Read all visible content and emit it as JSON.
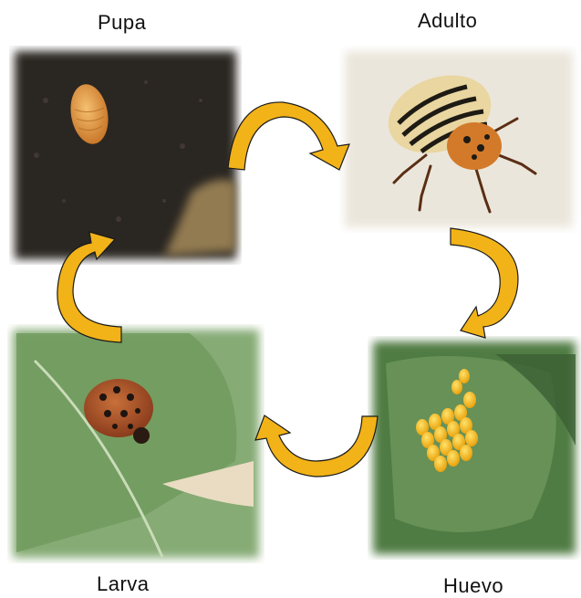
{
  "labels": {
    "pupa": "Pupa",
    "adulto": "Adulto",
    "larva": "Larva",
    "huevo": "Huevo"
  },
  "colors": {
    "arrow_fill": "#f2b318",
    "arrow_stroke": "#1a1a1a",
    "soil": "#2a2520",
    "pupa": "#e8a040",
    "leaf": "#6e9a5a",
    "larva_body": "#b0552b",
    "egg": "#f6c21c",
    "beetle_stripe": "#1e1a14",
    "beetle_shell": "#e9d6a0"
  },
  "icons": [
    "pupa-photo",
    "adult-beetle-photo",
    "larva-photo",
    "egg-cluster-photo"
  ]
}
